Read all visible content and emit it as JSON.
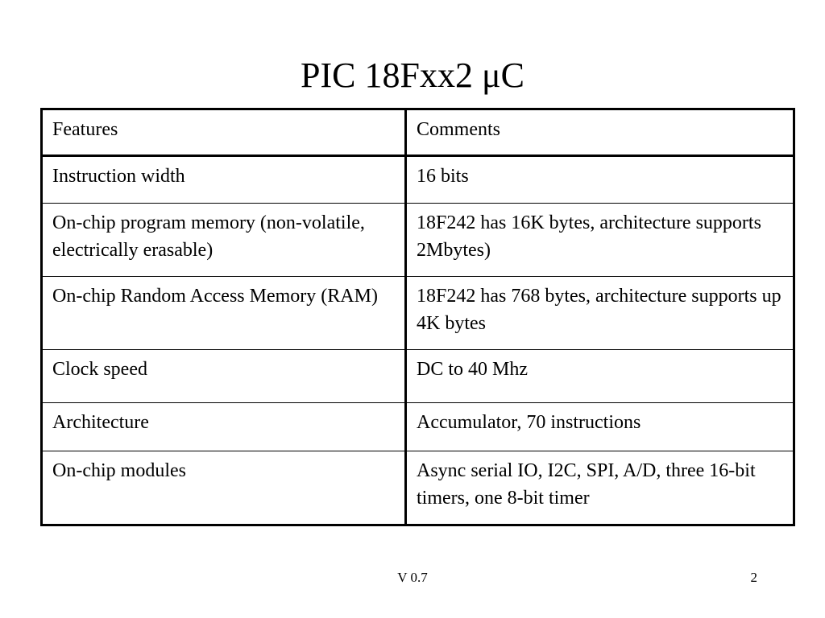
{
  "slide": {
    "title": "PIC 18Fxx2 μC"
  },
  "table": {
    "headers": [
      "Features",
      "Comments"
    ],
    "rows": [
      [
        "Instruction width",
        "16 bits"
      ],
      [
        "On-chip program memory (non-volatile, electrically erasable)",
        "18F242 has 16K bytes, architecture supports 2Mbytes)"
      ],
      [
        "On-chip Random Access Memory (RAM)",
        "18F242 has 768 bytes, architecture supports up  4K bytes"
      ],
      [
        "Clock speed",
        "DC to 40 Mhz"
      ],
      [
        "Architecture",
        "Accumulator, 70 instructions"
      ],
      [
        "On-chip modules",
        "Async serial IO, I2C, SPI, A/D, three 16-bit timers, one 8-bit timer"
      ]
    ]
  },
  "footer": {
    "version": "V 0.7",
    "page_number": "2"
  }
}
